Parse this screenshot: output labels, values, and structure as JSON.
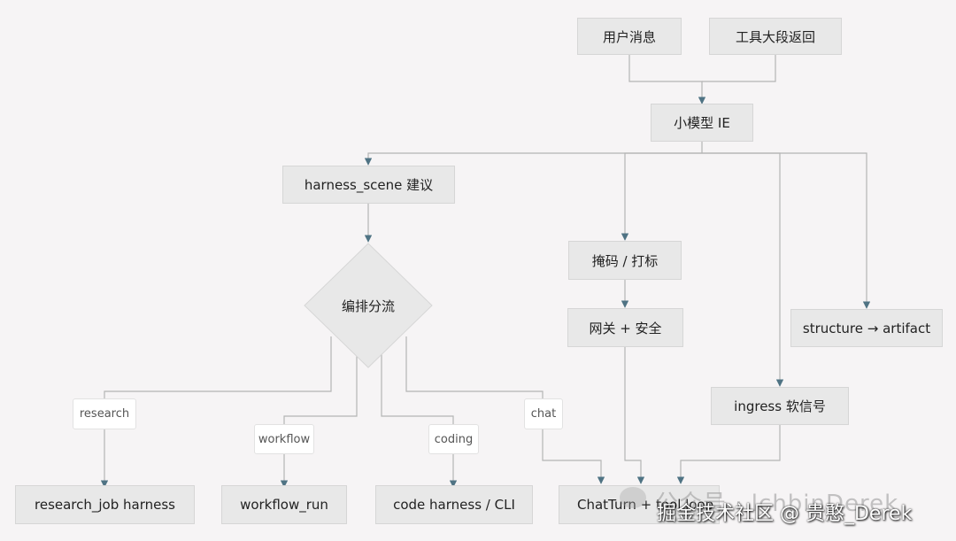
{
  "nodes": {
    "user_msg": "用户消息",
    "tool_return": "工具大段返回",
    "small_model": "小模型 IE",
    "harness_scene": "harness_scene 建议",
    "orchestrate": "编排分流",
    "mask": "掩码 / 打标",
    "gateway": "网关 + 安全",
    "structure": "structure → artifact",
    "ingress": "ingress 软信号",
    "research_job": "research_job harness",
    "workflow_run": "workflow_run",
    "code_harness": "code harness / CLI",
    "chatturn": "ChatTurn + tool loop"
  },
  "edge_labels": {
    "research": "research",
    "workflow": "workflow",
    "coding": "coding",
    "chat": "chat"
  },
  "watermark": {
    "account": "公众号 · lchbinDerek",
    "site": "掘金技术社区 @ 贵憨_Derek"
  },
  "colors": {
    "background": "#f6f4f5",
    "node_fill": "#e8e8e8",
    "edge": "#b4b4b4",
    "arrow": "#4f7384"
  }
}
